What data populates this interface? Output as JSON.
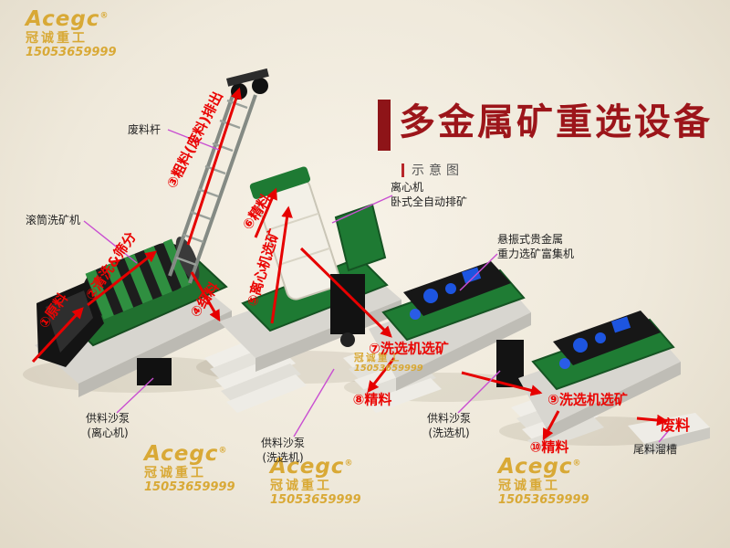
{
  "title": {
    "text": "多金属矿重选设备",
    "subtitle": "示意图"
  },
  "watermark": {
    "brand": "Acegc",
    "reg": "®",
    "company": "冠诚重工",
    "phone": "15053659999"
  },
  "flow": [
    {
      "text": "①原料"
    },
    {
      "text": "②清洗&筛分"
    },
    {
      "text": "③粗料(废料)排出"
    },
    {
      "text": "④细料"
    },
    {
      "text": "⑤离心机选矿"
    },
    {
      "text": "⑥精料"
    },
    {
      "text": "⑦洗选机选矿"
    },
    {
      "text": "⑧精料"
    },
    {
      "text": "⑨洗选机选矿"
    },
    {
      "text": "⑩精料"
    },
    {
      "text": "废料"
    }
  ],
  "equipment": [
    {
      "lines": [
        "滚筒洗矿机"
      ]
    },
    {
      "lines": [
        "废料杆"
      ]
    },
    {
      "lines": [
        "离心机",
        "卧式全自动排矿"
      ]
    },
    {
      "lines": [
        "悬振式贵金属",
        "重力选矿富集机"
      ]
    },
    {
      "lines": [
        "供料沙泵",
        "(离心机)"
      ]
    },
    {
      "lines": [
        "供料沙泵",
        "(洗选机)"
      ]
    },
    {
      "lines": [
        "供料沙泵",
        "(洗选机)"
      ]
    },
    {
      "lines": [
        "尾料溜槽"
      ]
    }
  ],
  "colors": {
    "title_red": "#9c151a",
    "flow_red": "#ea0503",
    "leader_purple": "#c94fd1",
    "watermark_gold": "#d8a62e",
    "machine_green": "#1e7a33",
    "background_cream": "#efe9db"
  }
}
